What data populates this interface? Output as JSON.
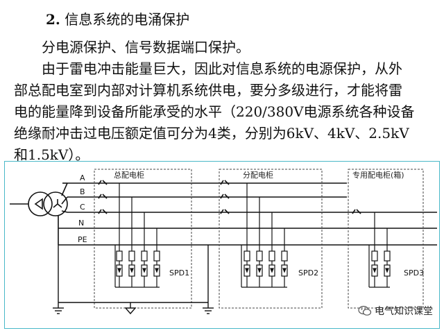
{
  "heading": {
    "number": "2.",
    "title": "信息系统的电涌保护"
  },
  "subtitle": "分电源保护、信号数据端口保护。",
  "paragraph": {
    "lines": [
      "由于雷电冲击能量巨大，因此对信息系统的电源保护，从外",
      "部总配电室到内部对计算机系统供电，要分多级进行，才能将雷",
      "电的能量降到设备所能承受的水平（220/380V电源系统各种设备",
      "绝缘耐冲击过电压额定值可分为4类，分别为6kV、4kV、2.5kV",
      "和1.5kV）。"
    ]
  },
  "diagram": {
    "lines": [
      "A",
      "B",
      "C",
      "N",
      "PE"
    ],
    "cabinets": [
      {
        "title": "总配电柜",
        "spd": "SPD1"
      },
      {
        "title": "分配电柜",
        "spd": "SPD2"
      },
      {
        "title": "专用配电柜(箱)",
        "spd": "SPD3"
      }
    ]
  },
  "watermark": {
    "text": "电气知识课堂",
    "icon": "wechat-icon"
  },
  "colors": {
    "frame": "#49b8c8",
    "ink": "#111111"
  }
}
